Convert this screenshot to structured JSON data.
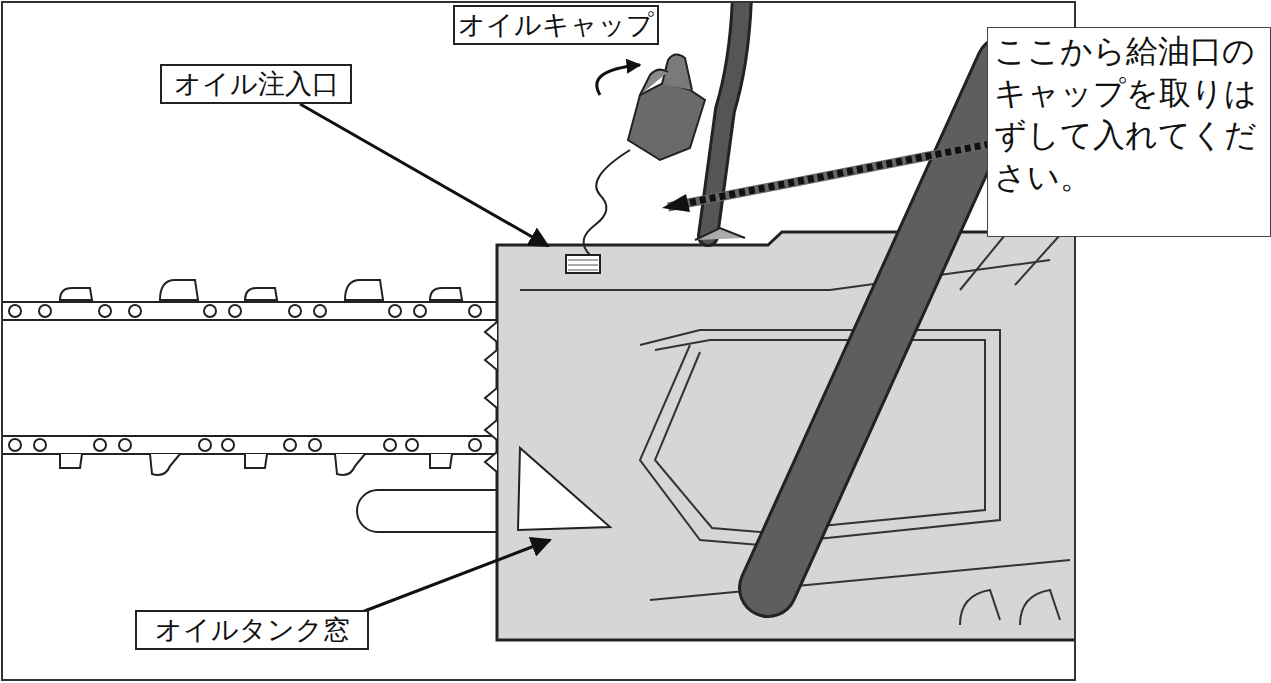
{
  "diagram": {
    "nodes": [
      {
        "text": [
          "オイルキャップ"
        ]
      },
      {
        "text": [
          "オイル注入口"
        ]
      },
      {
        "text": [
          "ここから給油口のキャップを取りはずして入れてください。"
        ]
      },
      {
        "text": [
          "オイルタンク窓"
        ]
      }
    ]
  }
}
